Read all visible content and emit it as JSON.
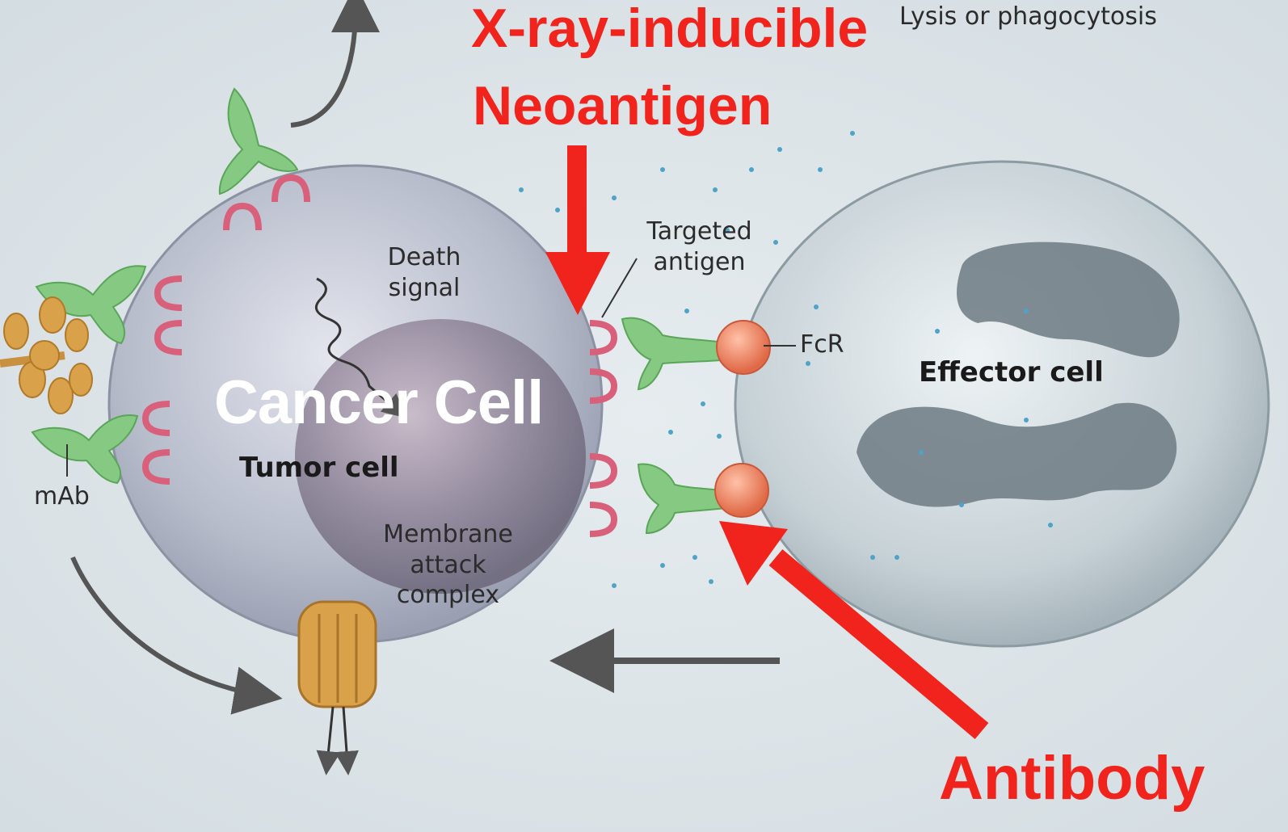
{
  "annotations": {
    "neoantigen_line1": "X-ray-inducible",
    "neoantigen_line2": "Neoantigen",
    "antibody": "Antibody",
    "cancer_cell": "Cancer Cell"
  },
  "labels": {
    "lysis": "Lysis or phagocytosis",
    "death_signal_1": "Death",
    "death_signal_2": "signal",
    "targeted_1": "Targeted",
    "targeted_2": "antigen",
    "fcr": "FcR",
    "effector": "Effector cell",
    "tumor": "Tumor cell",
    "mab": "mAb",
    "mac_1": "Membrane",
    "mac_2": "attack",
    "mac_3": "complex"
  },
  "colors": {
    "annotation_red": "#f0241c",
    "antibody_green": "#7cc67a",
    "antigen_pink": "#d8607a",
    "fc_receptor": "#ef7f5a",
    "complement_gold": "#d9a24a"
  }
}
